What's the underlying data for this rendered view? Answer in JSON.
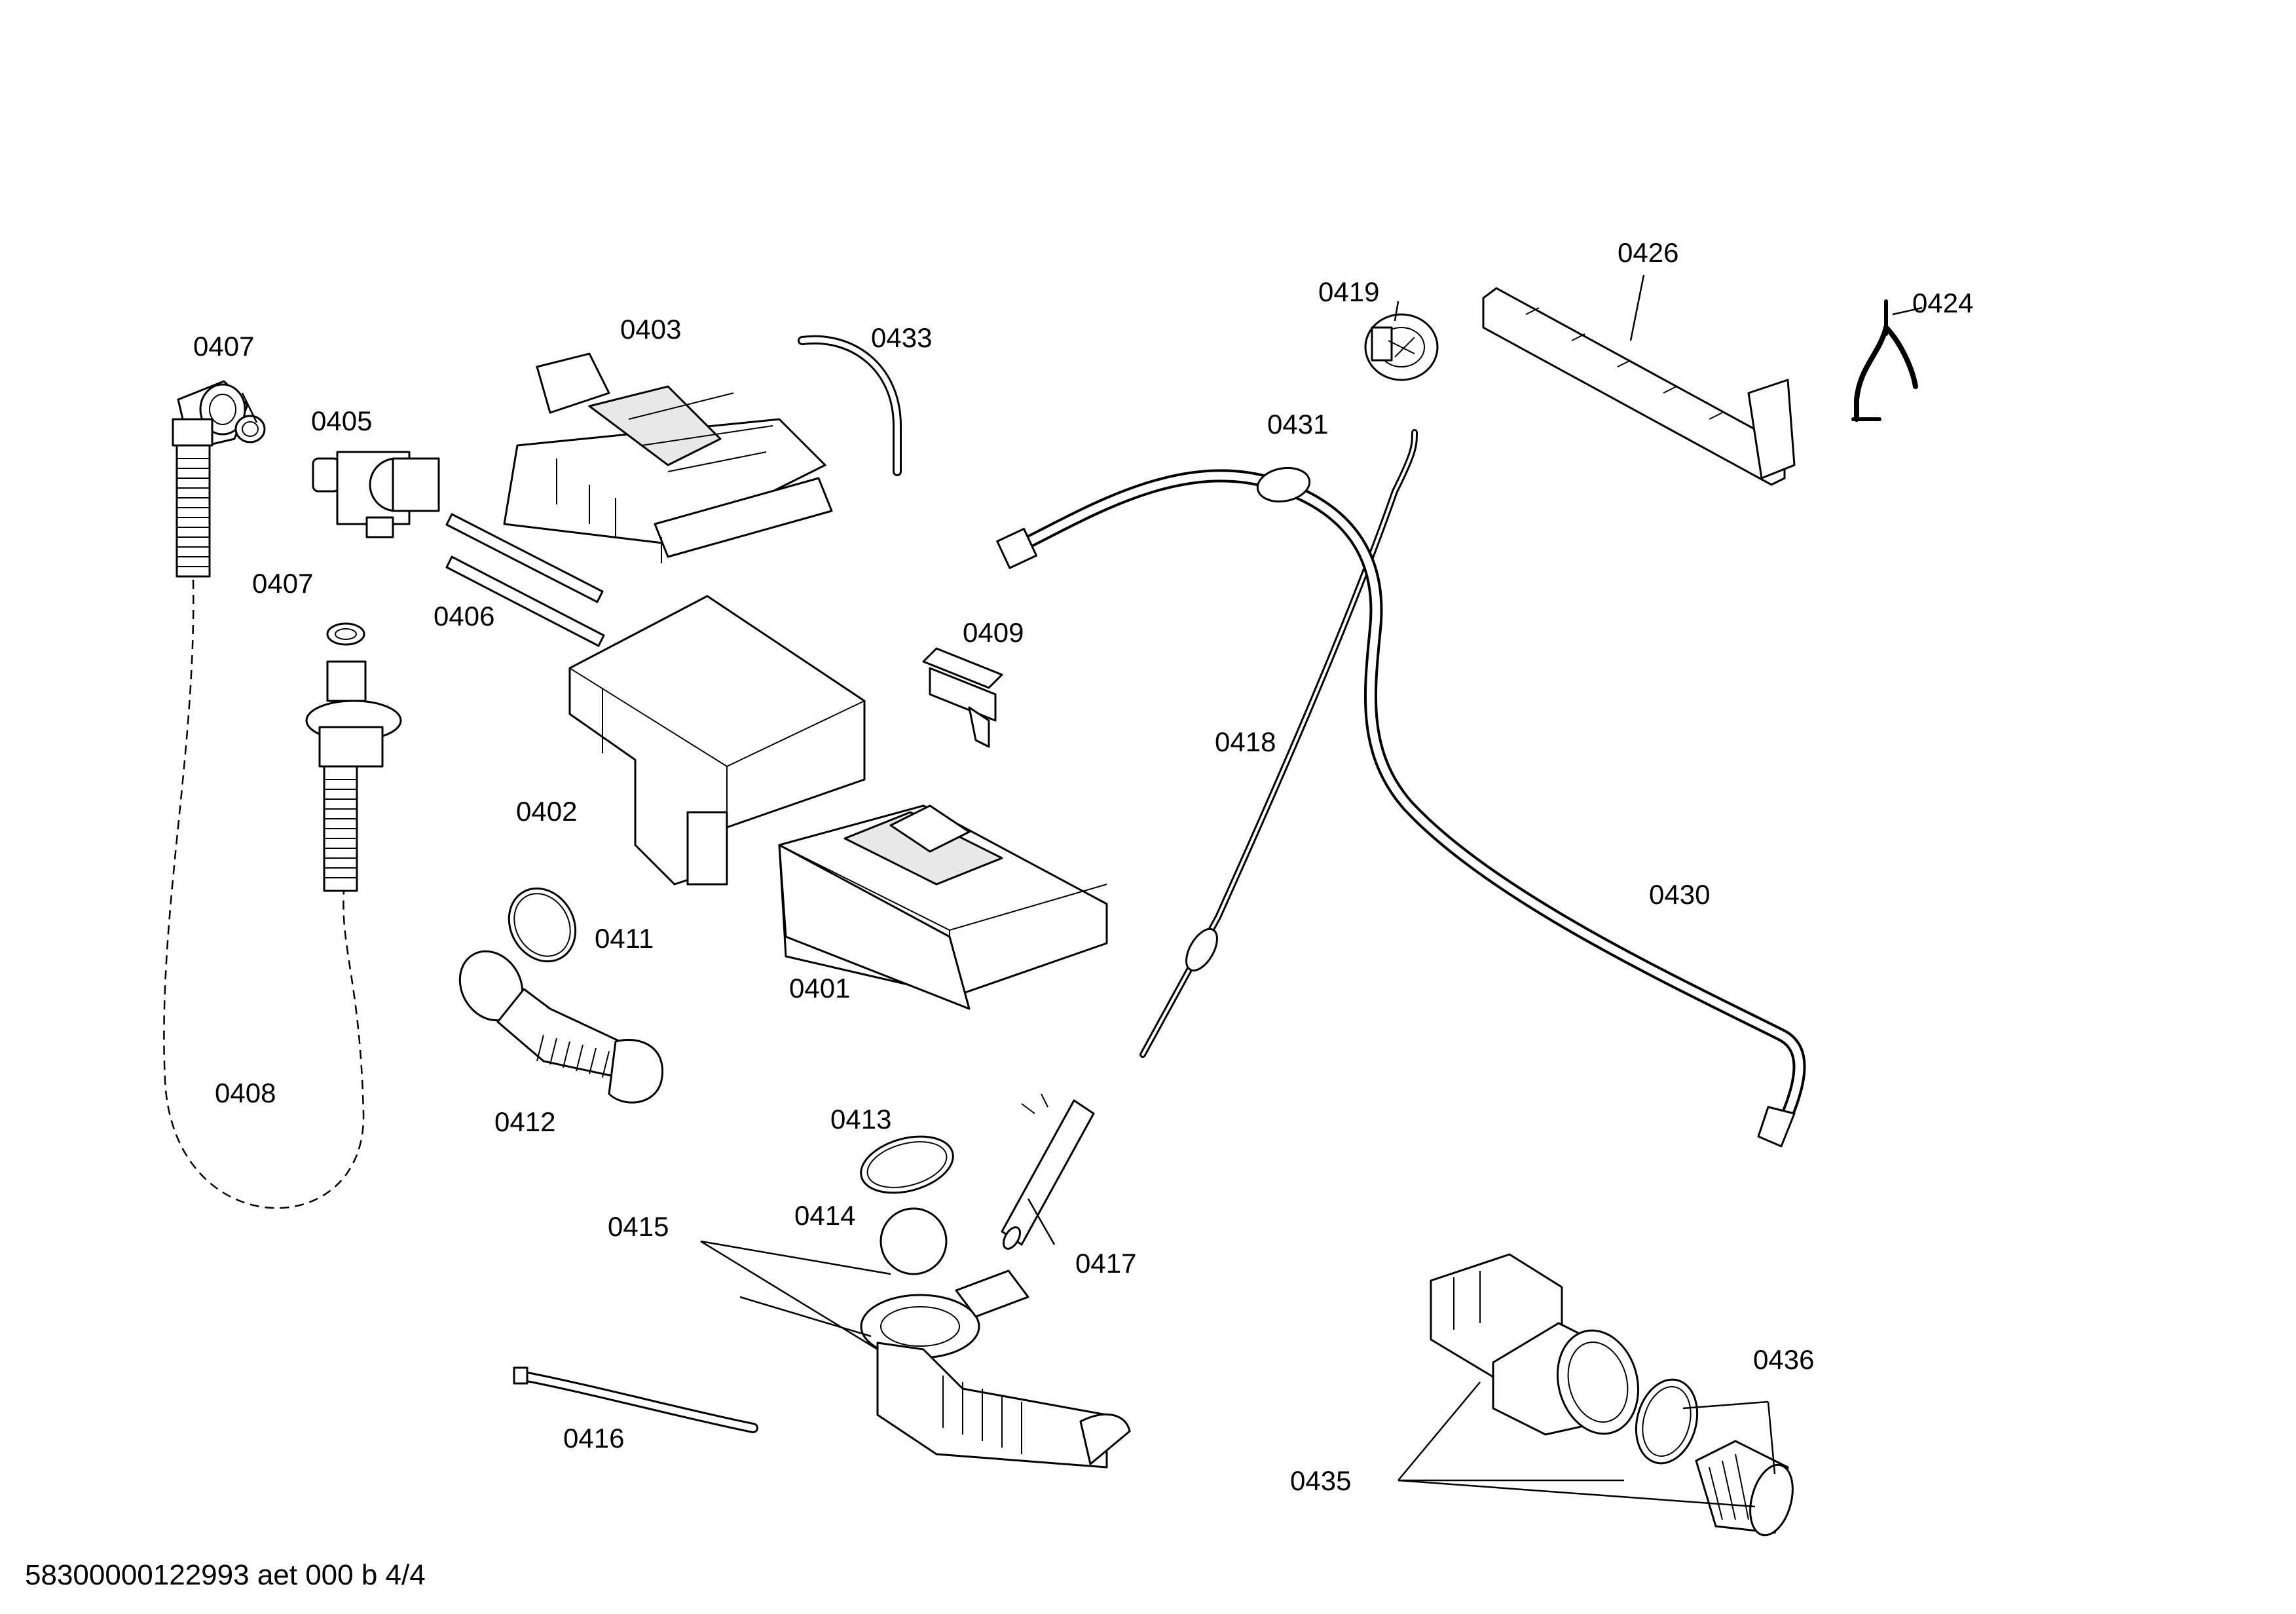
{
  "labels": {
    "p0401": "0401",
    "p0402": "0402",
    "p0403": "0403",
    "p0405": "0405",
    "p0406": "0406",
    "p0407a": "0407",
    "p0407b": "0407",
    "p0408": "0408",
    "p0409": "0409",
    "p0411": "0411",
    "p0412": "0412",
    "p0413": "0413",
    "p0414": "0414",
    "p0415": "0415",
    "p0416": "0416",
    "p0417": "0417",
    "p0418": "0418",
    "p0419": "0419",
    "p0424": "0424",
    "p0426": "0426",
    "p0430": "0430",
    "p0431": "0431",
    "p0433": "0433",
    "p0435": "0435",
    "p0436": "0436"
  },
  "footer": "58300000122993 aet 000 b 4/4"
}
